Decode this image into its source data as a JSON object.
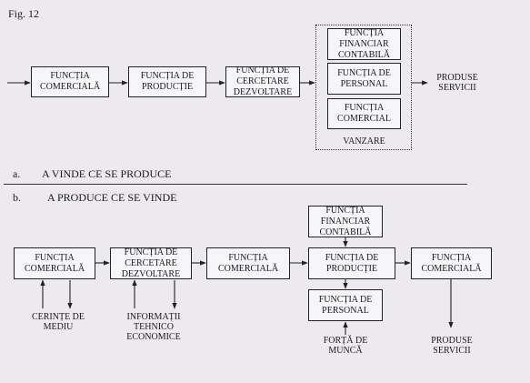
{
  "figure_label": "Fig. 12",
  "part_a": {
    "caption_letter": "a.",
    "caption_text": "A VINDE CE SE PRODUCE",
    "boxes": {
      "comerciala": "FUNCȚIA\nCOMERCIALĂ",
      "productie": "FUNCȚIA DE\nPRODUCȚIE",
      "cercetare": "FUNCȚIA DE\nCERCETARE\nDEZVOLTARE",
      "financiar": "FUNCȚIA\nFINANCIAR\nCONTABILĂ",
      "personal": "FUNCȚIA DE\nPERSONAL",
      "comercial": "FUNCȚIA\nCOMERCIAL"
    },
    "group_label": "VANZARE",
    "output_label": "PRODUSE\nSERVICII"
  },
  "part_b": {
    "caption_letter": "b.",
    "caption_text": "A PRODUCE CE SE VINDE",
    "boxes": {
      "comerciala_1": "FUNCȚIA\nCOMERCIALĂ",
      "cercetare": "FUNCȚIA DE\nCERCETARE\nDEZVOLTARE",
      "comerciala_2": "FUNCȚIA\nCOMERCIALĂ",
      "financiar": "FUNCȚIA\nFINANCIAR\nCONTABILĂ",
      "productie": "FUNCȚIA DE\nPRODUCȚIE",
      "personal": "FUNCȚIA DE\nPERSONAL",
      "comerciala_3": "FUNCȚIA\nCOMERCIALĂ"
    },
    "labels": {
      "cerinte": "CERINȚE DE\nMEDIU",
      "informatii": "INFORMAȚII\nTEHNICO\nECONOMICE",
      "forta": "FORȚĂ DE\nMUNCĂ",
      "produse": "PRODUSE\nSERVICII"
    }
  }
}
